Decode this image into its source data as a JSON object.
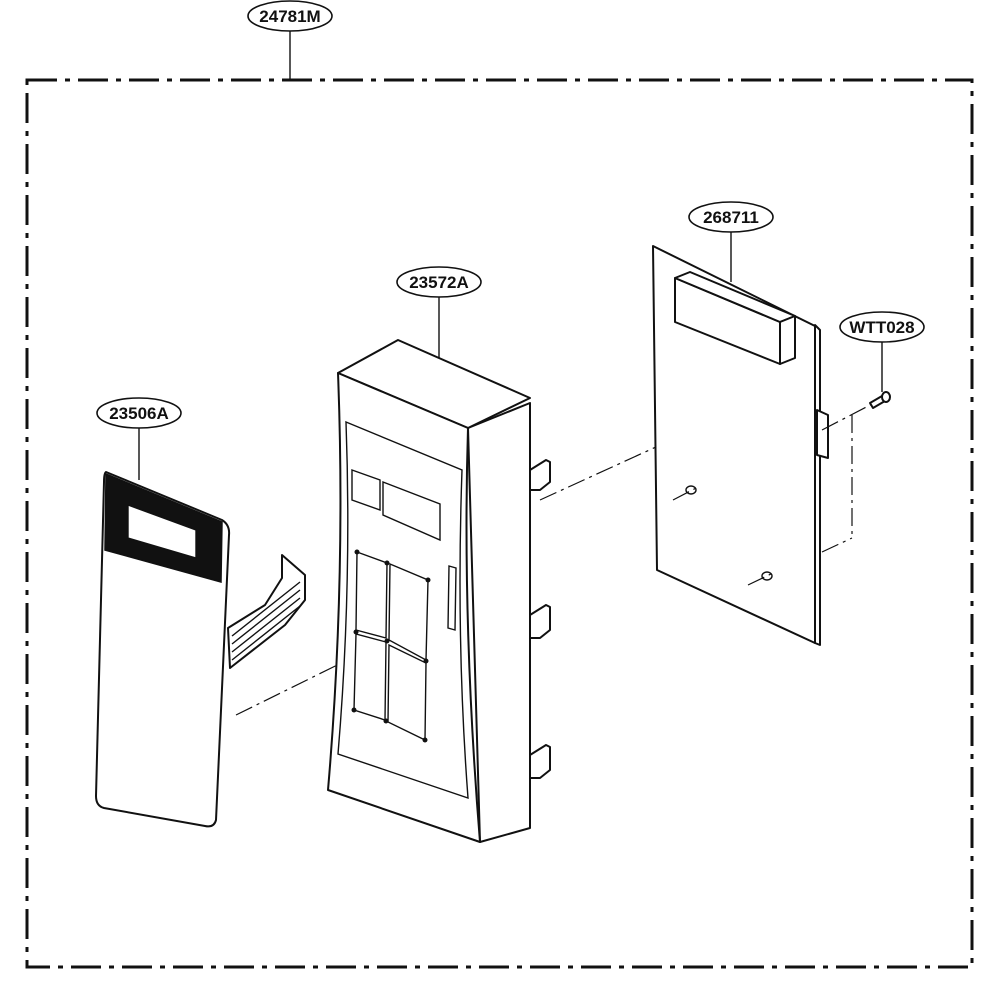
{
  "diagram": {
    "labels": {
      "assembly": "24781M",
      "panel_body": "23572A",
      "keypad_membrane": "23506A",
      "pcb": "268711",
      "screw": "WTT028"
    }
  }
}
